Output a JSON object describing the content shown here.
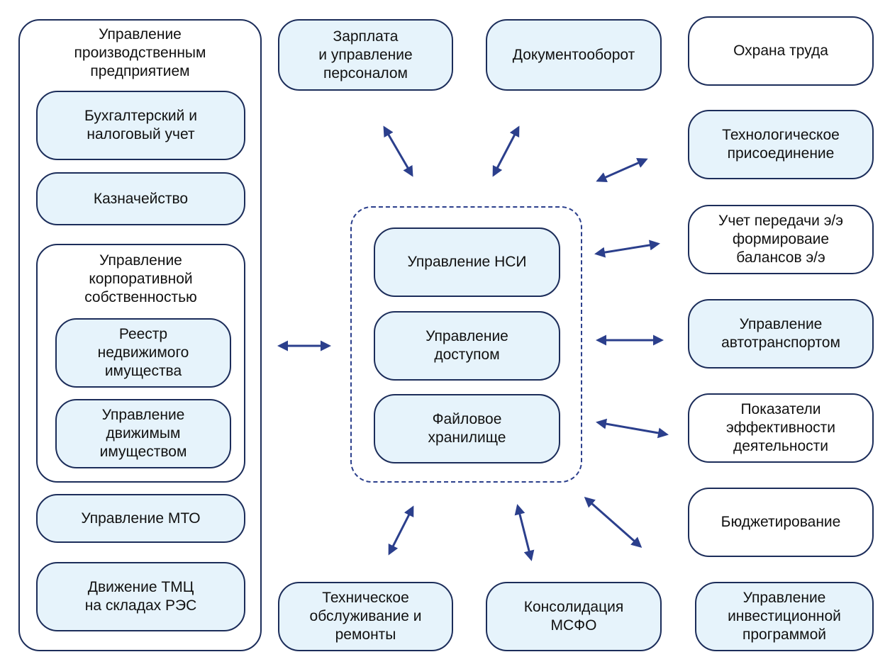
{
  "left_panel": {
    "title": "Управление\nпроизводственным\nпредприятием",
    "accounting": "Бухгалтерский и\nналоговый учет",
    "treasury": "Казначейство",
    "corporate_property": {
      "title": "Управление\nкорпоративной\nсобственностью",
      "real_estate": "Реестр\nнедвижимого\nимущества",
      "movable_property": "Управление\nдвижимым\nимуществом"
    },
    "mto": "Управление МТО",
    "tmc": "Движение ТМЦ\nна складах РЭС"
  },
  "center": {
    "nsi": "Управление НСИ",
    "access": "Управление\nдоступом",
    "file_storage": "Файловое\nхранилище"
  },
  "top": {
    "payroll": "Зарплата\nи управление\nперсоналом",
    "docflow": "Документооборот"
  },
  "right": {
    "labor_safety": "Охрана труда",
    "tech_connection": "Технологическое\nприсоединение",
    "energy_accounting": "Учет передачи э/э\nформироваие\nбалансов э/э",
    "transport": "Управление\nавтотранспортом",
    "kpi": "Показатели\nэффективности\nдеятельности",
    "budgeting": "Бюджетирование",
    "investment": "Управление\nинвестиционной\nпрограммой"
  },
  "bottom": {
    "maintenance": "Техническое\nобслуживание и\nремонты",
    "ifrs": "Консолидация\nМСФО"
  },
  "colors": {
    "border": "#1c2d5a",
    "fill": "#e6f3fb",
    "arrow": "#2b3f8c"
  }
}
